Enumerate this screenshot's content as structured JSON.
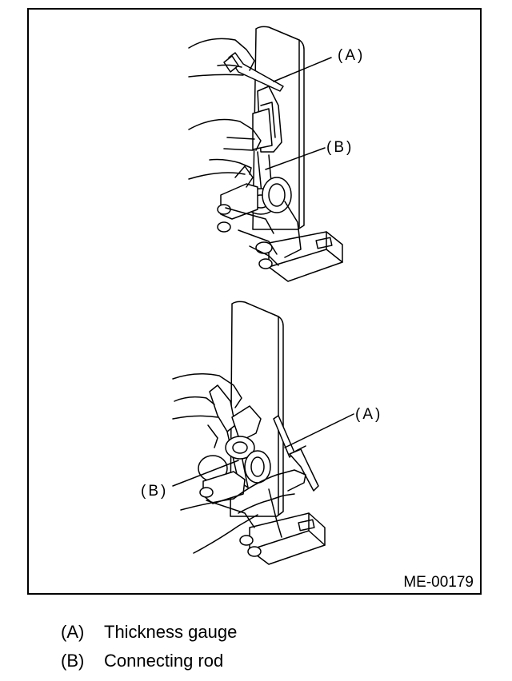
{
  "figure": {
    "callouts": {
      "upper_a": "(A)",
      "upper_b": "(B)",
      "lower_a": "(A)",
      "lower_b": "(B)"
    },
    "figure_id": "ME-00179"
  },
  "legend": [
    {
      "key": "(A)",
      "label": "Thickness gauge"
    },
    {
      "key": "(B)",
      "label": "Connecting rod"
    }
  ]
}
